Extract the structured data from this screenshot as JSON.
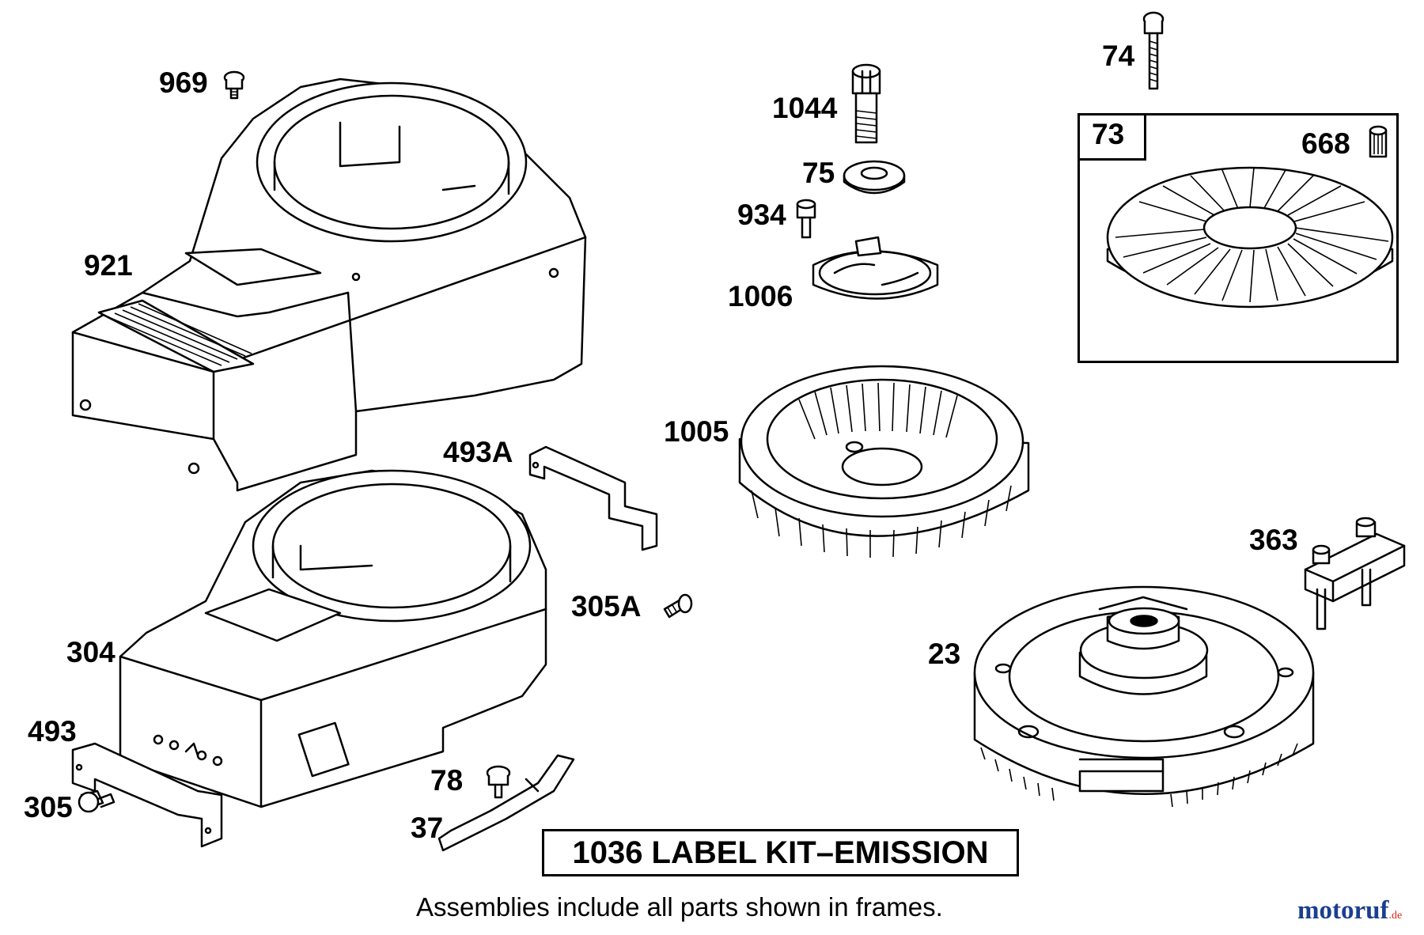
{
  "parts": {
    "p969": "969",
    "p921": "921",
    "p1044": "1044",
    "p75": "75",
    "p934": "934",
    "p1006": "1006",
    "p1005": "1005",
    "p74": "74",
    "p73": "73",
    "p668": "668",
    "p493a": "493A",
    "p305a": "305A",
    "p304": "304",
    "p493": "493",
    "p305": "305",
    "p78": "78",
    "p37": "37",
    "p363": "363",
    "p23": "23"
  },
  "kit_label": "1036 LABEL KIT–EMISSION",
  "frame_note": "Assemblies include all parts shown in frames.",
  "watermark": {
    "name": "motoruf",
    "suffix": ".de",
    "color_main": "#1b3f8f",
    "color_accent": "#d9261c"
  }
}
